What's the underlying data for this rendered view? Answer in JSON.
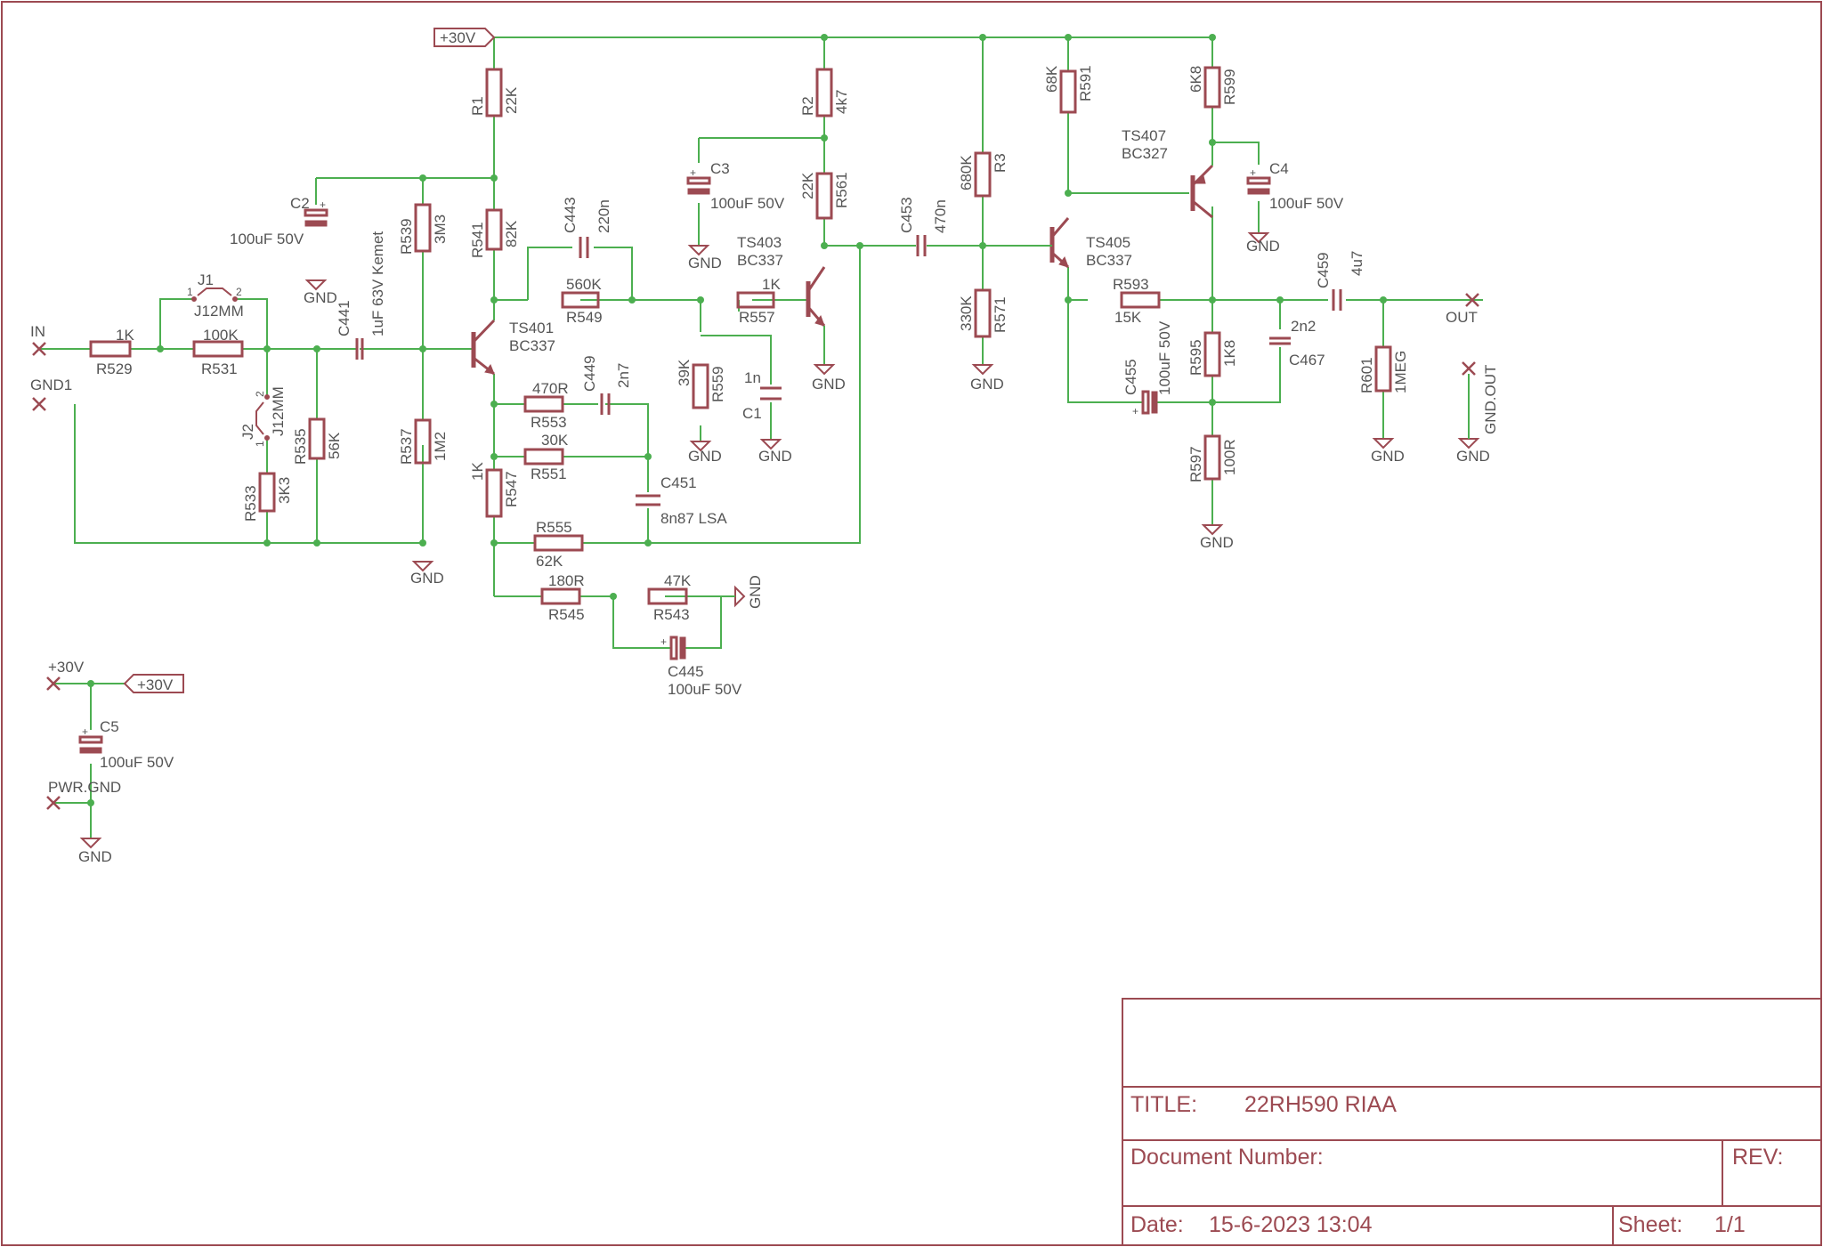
{
  "title_block": {
    "title_label": "TITLE:",
    "title": "22RH590 RIAA",
    "docnum_label": "Document Number:",
    "rev_label": "REV:",
    "date_label": "Date:",
    "date": "15-6-2023 13:04",
    "sheet_label": "Sheet:",
    "sheet": "1/1"
  },
  "supply": {
    "label": "+30V",
    "label2": "+30V",
    "pin": "+30V",
    "gnd_pin": "PWR.GND"
  },
  "ports": {
    "in": "IN",
    "gnd1": "GND1",
    "out": "OUT",
    "gnd_out": "GND.OUT"
  },
  "gnd": "GND",
  "jumpers": {
    "j1": "J1",
    "j1_type": "J12MM",
    "j2": "J2",
    "j2_type": "J12MM",
    "pin1": "1",
    "pin2": "2"
  },
  "resistors": {
    "r1": {
      "name": "R1",
      "value": "22K"
    },
    "r2": {
      "name": "R2",
      "value": "4k7"
    },
    "r3": {
      "name": "R3",
      "value": "680K"
    },
    "r529": {
      "name": "R529",
      "value": "1K"
    },
    "r531": {
      "name": "R531",
      "value": "100K"
    },
    "r533": {
      "name": "R533",
      "value": "3K3"
    },
    "r535": {
      "name": "R535",
      "value": "56K"
    },
    "r537": {
      "name": "R537",
      "value": "1M2"
    },
    "r539": {
      "name": "R539",
      "value": "3M3"
    },
    "r541": {
      "name": "R541",
      "value": "82K"
    },
    "r543": {
      "name": "R543",
      "value": "47K"
    },
    "r545": {
      "name": "R545",
      "value": "180R"
    },
    "r547": {
      "name": "R547",
      "value": "1K"
    },
    "r549": {
      "name": "R549",
      "value": "560K"
    },
    "r551": {
      "name": "R551",
      "value": "30K"
    },
    "r553": {
      "name": "R553",
      "value": "470R"
    },
    "r555": {
      "name": "R555",
      "value": "62K"
    },
    "r557": {
      "name": "R557",
      "value": "1K"
    },
    "r559": {
      "name": "R559",
      "value": "39K"
    },
    "r561": {
      "name": "R561",
      "value": "22K"
    },
    "r571": {
      "name": "R571",
      "value": "330K"
    },
    "r591": {
      "name": "R591",
      "value": "68K"
    },
    "r593": {
      "name": "R593",
      "value": "15K"
    },
    "r595": {
      "name": "R595",
      "value": "1K8"
    },
    "r597": {
      "name": "R597",
      "value": "100R"
    },
    "r599": {
      "name": "R599",
      "value": "6K8"
    },
    "r601": {
      "name": "R601",
      "value": "1MEG"
    }
  },
  "capacitors": {
    "c1": {
      "name": "C1",
      "value": "1n"
    },
    "c2": {
      "name": "C2",
      "value": "100uF 50V"
    },
    "c3": {
      "name": "C3",
      "value": "100uF 50V"
    },
    "c4": {
      "name": "C4",
      "value": "100uF 50V"
    },
    "c5": {
      "name": "C5",
      "value": "100uF 50V"
    },
    "c441": {
      "name": "C441",
      "value": "1uF 63V Kemet"
    },
    "c443": {
      "name": "C443",
      "value": "220n"
    },
    "c445": {
      "name": "C445",
      "value": "100uF 50V"
    },
    "c449": {
      "name": "C449",
      "value": "2n7"
    },
    "c451": {
      "name": "C451",
      "value": "8n87 LSA"
    },
    "c453": {
      "name": "C453",
      "value": "470n"
    },
    "c455": {
      "name": "C455",
      "value": "100uF 50V"
    },
    "c459": {
      "name": "C459",
      "value": "4u7"
    },
    "c467": {
      "name": "C467",
      "value": "2n2"
    }
  },
  "transistors": {
    "ts401": {
      "name": "TS401",
      "type": "BC337"
    },
    "ts403": {
      "name": "TS403",
      "type": "BC337"
    },
    "ts405": {
      "name": "TS405",
      "type": "BC337"
    },
    "ts407": {
      "name": "TS407",
      "type": "BC327"
    }
  },
  "colors": {
    "wire": "#4caf50",
    "part": "#9c4a52",
    "text": "#555555"
  }
}
